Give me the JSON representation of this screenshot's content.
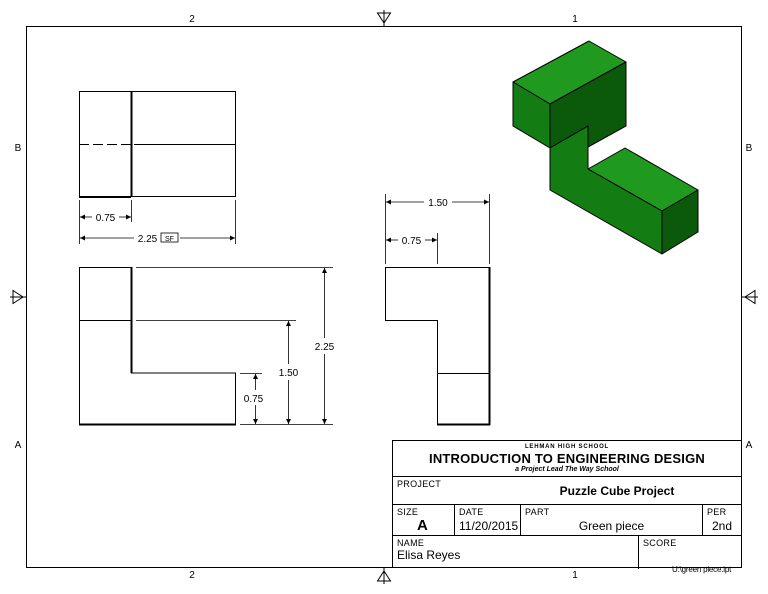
{
  "zones": {
    "top": [
      "2",
      "1"
    ],
    "bottom": [
      "2",
      "1"
    ],
    "left": [
      "B",
      "A"
    ],
    "right": [
      "B",
      "A"
    ]
  },
  "dimensions": {
    "top_width_075": "0.75",
    "top_width_225": "2.25",
    "sf_tag": "SF",
    "front_height_225": "2.25",
    "front_height_150": "1.50",
    "front_height_075": "0.75",
    "side_width_150": "1.50",
    "side_width_075": "0.75"
  },
  "colors": {
    "iso_top": "#1f9a1f",
    "iso_front": "#137d13",
    "iso_side": "#0b5a0b"
  },
  "title_block": {
    "school": "LEHMAN HIGH SCHOOL",
    "course": "INTRODUCTION TO ENGINEERING DESIGN",
    "tagline": "a Project Lead The Way School",
    "project_label": "PROJECT",
    "project": "Puzzle Cube Project",
    "size_label": "SIZE",
    "size": "A",
    "date_label": "DATE",
    "date": "11/20/2015",
    "part_label": "PART",
    "part": "Green piece",
    "per_label": "PER",
    "per": "2nd",
    "name_label": "NAME",
    "name": "Elisa Reyes",
    "score_label": "SCORE"
  },
  "file_path": "U:\\green piece.ipt"
}
